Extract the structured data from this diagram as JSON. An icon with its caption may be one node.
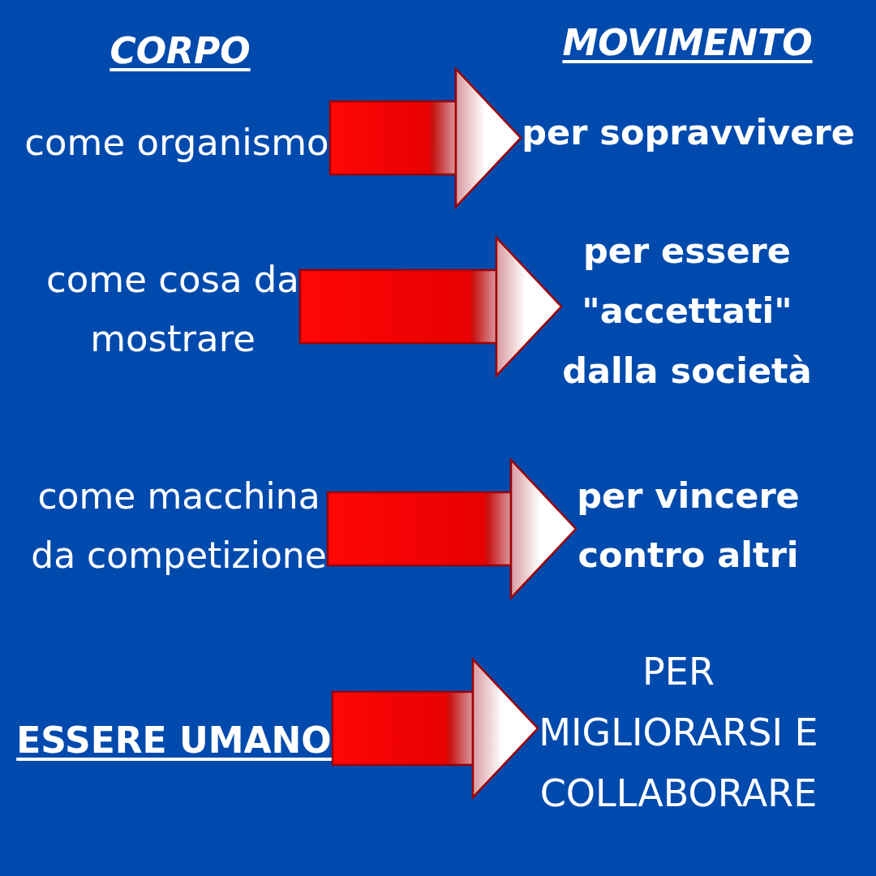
{
  "diagram": {
    "nodes": [
      {
        "text": [
          "come organismo"
        ]
      },
      {
        "text": [
          "per sopravvivere"
        ]
      },
      {
        "text": [
          "come cosa da mostrare"
        ]
      },
      {
        "text": [
          "per essere \"accettati\" dalla società"
        ]
      },
      {
        "text": [
          "come macchina da competizione"
        ]
      },
      {
        "text": [
          "per vincere contro altri"
        ]
      },
      {
        "text": [
          "ESSERE UMANO"
        ]
      },
      {
        "text": [
          "PER MIGLIORARSI E COLLABORARE"
        ]
      }
    ],
    "edges": [
      {
        "from": 0,
        "to": 1,
        "arrow": "to"
      },
      {
        "from": 2,
        "to": 3,
        "arrow": "to"
      },
      {
        "from": 4,
        "to": 5,
        "arrow": "to"
      },
      {
        "from": 6,
        "to": 7,
        "arrow": "to"
      }
    ],
    "labels": [
      "CORPO",
      "MOVIMENTO"
    ]
  }
}
